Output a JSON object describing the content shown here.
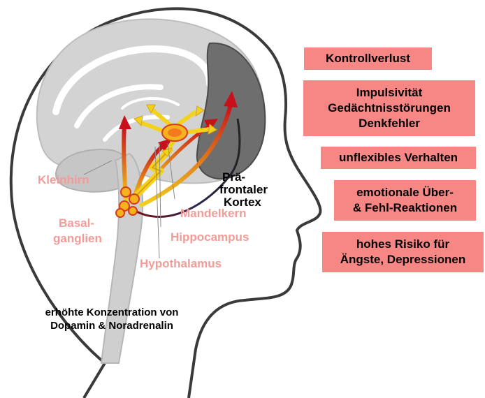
{
  "colors": {
    "box_fill": "#f78784",
    "label_pink": "#f39b97",
    "arrow_red": "#c8101a",
    "arrow_yellow": "#f3d21e",
    "brain_gray": "#cfcfcf",
    "cortex_dark": "#6e6e6e"
  },
  "effects": [
    {
      "lines": [
        "Kontrollverlust"
      ]
    },
    {
      "lines": [
        "Impulsivität",
        "Gedächtnisstörungen",
        "Denkfehler"
      ]
    },
    {
      "lines": [
        "unflexibles Verhalten"
      ]
    },
    {
      "lines": [
        "emotionale Über-",
        "& Fehl-Reaktionen"
      ]
    },
    {
      "lines": [
        "hohes Risiko für",
        "Ängste, Depressionen"
      ]
    }
  ],
  "labels": {
    "kleinhirn": "Kleinhirn",
    "basal_1": "Basal-",
    "basal_2": "ganglien",
    "mandelkern": "Mandelkern",
    "hippocampus": "Hippocampus",
    "hypothalamus": "Hypothalamus",
    "pfc_1": "Prä-",
    "pfc_2": "frontaler",
    "pfc_3": "Kortex"
  },
  "caption": {
    "line1": "erhöhte Konzentration von",
    "line2": "Dopamin & Noradrenalin"
  }
}
